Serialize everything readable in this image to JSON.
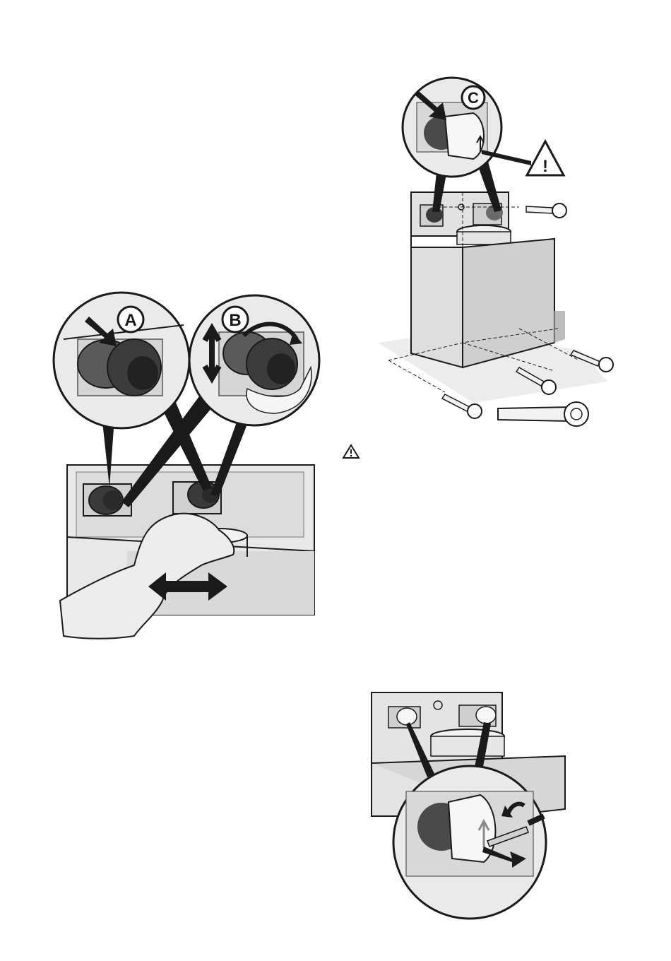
{
  "figures": {
    "ab": {
      "label_a": "A",
      "label_b": "B"
    },
    "c": {
      "label_c": "C",
      "warning_mark": "!"
    }
  },
  "icons": {
    "warning": "warning-triangle-icon"
  },
  "colors": {
    "line": "#1a1a1a",
    "panel": "#e6e6e6",
    "panel_dark": "#c8c8c8",
    "shadow": "#bdbdbd",
    "foot": "#5a5a5a"
  }
}
